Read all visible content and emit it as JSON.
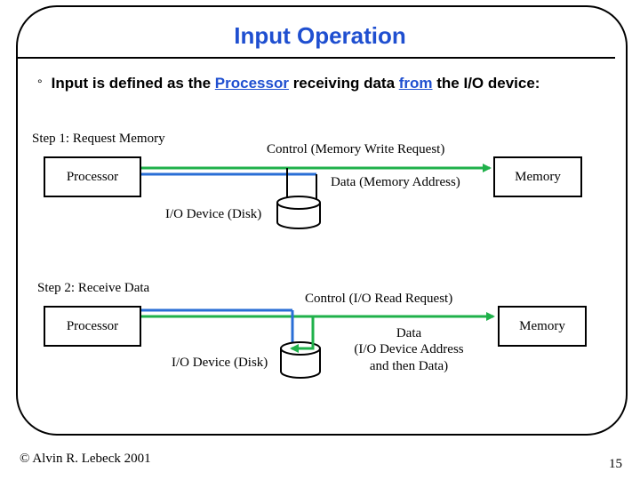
{
  "slide": {
    "title": "Input Operation",
    "bullet": {
      "prefix": "Input is defined as the ",
      "highlight1": "Processor",
      "middle": " receiving data ",
      "highlight2": "from",
      "suffix": " the I/O device:"
    },
    "colors": {
      "title": "#1f4fd0",
      "control_line": "#1fb14a",
      "data_line": "#2a6ed6",
      "arrow": "#1fb14a"
    }
  },
  "step1": {
    "label": "Step 1: Request Memory",
    "control_label": "Control (Memory Write Request)",
    "data_label": "Data (Memory Address)",
    "processor": "Processor",
    "memory": "Memory",
    "device": "I/O Device (Disk)"
  },
  "step2": {
    "label": "Step 2: Receive Data",
    "control_label": "Control (I/O Read Request)",
    "data_label_1": "Data",
    "data_label_2": "(I/O Device Address",
    "data_label_3": "and then Data)",
    "processor": "Processor",
    "memory": "Memory",
    "device": "I/O Device (Disk)"
  },
  "footer": {
    "copyright": "© Alvin R. Lebeck 2001",
    "page_number": "15"
  }
}
